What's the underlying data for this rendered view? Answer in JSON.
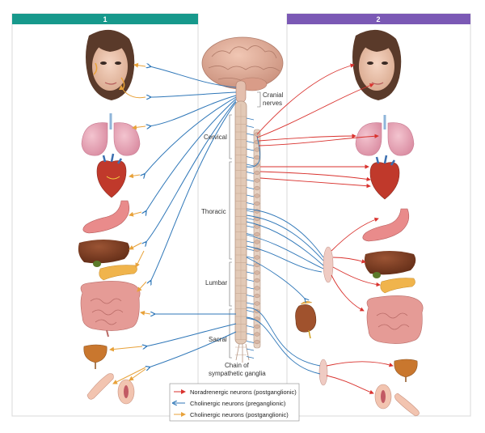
{
  "panels": {
    "left_number": "1",
    "right_number": "2",
    "left_color": "#17998c",
    "right_color": "#7b59b5"
  },
  "labels": {
    "cranial": [
      "Cranial",
      "nerves"
    ],
    "cervical": "Cervical",
    "thoracic": "Thoracic",
    "lumbar": "Lumbar",
    "sacral": "Sacral",
    "chain": [
      "Chain of",
      "sympathetic ganglia"
    ]
  },
  "legend": {
    "items": [
      {
        "text": "Noradrenergic neurons (postganglionic)",
        "color": "#d9322e",
        "icon": "red-arrow-icon"
      },
      {
        "text": "Cholinergic neurons (preganglionic)",
        "color": "#2f77b8",
        "icon": "blue-arrow-icon"
      },
      {
        "text": "Cholinergic neurons (postganglionic)",
        "color": "#e8a23a",
        "icon": "orange-arrow-icon"
      }
    ]
  },
  "colors": {
    "noradrenergic": "#d9322e",
    "cholinergic_pre": "#2f77b8",
    "cholinergic_post": "#e8a23a"
  }
}
